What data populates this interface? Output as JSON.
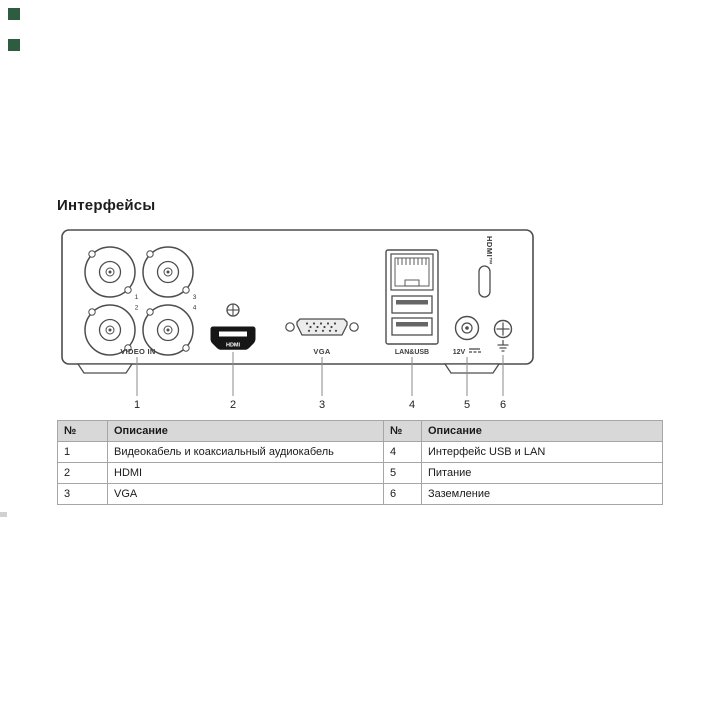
{
  "page": {
    "heading": "Интерфейсы"
  },
  "device": {
    "video_in_label": "VIDEO IN",
    "hdmi_port_label": "HDMI",
    "vga_label": "VGA",
    "lan_usb_label": "LAN&USB",
    "power_label": "12V",
    "hdmi_logo": "HDMI™",
    "bnc_numbers": [
      "1",
      "2",
      "3",
      "4"
    ],
    "callouts": [
      "1",
      "2",
      "3",
      "4",
      "5",
      "6"
    ]
  },
  "table": {
    "headers": [
      "№",
      "Описание",
      "№",
      "Описание"
    ],
    "rows": [
      [
        "1",
        "Видеокабель и коаксиальный аудиокабель",
        "4",
        "Интерфейс USB и LAN"
      ],
      [
        "2",
        "HDMI",
        "5",
        "Питание"
      ],
      [
        "3",
        "VGA",
        "6",
        "Заземление"
      ]
    ]
  },
  "colors": {
    "accent_square": "#2e5c40",
    "table_header_bg": "#d8d8d8"
  }
}
